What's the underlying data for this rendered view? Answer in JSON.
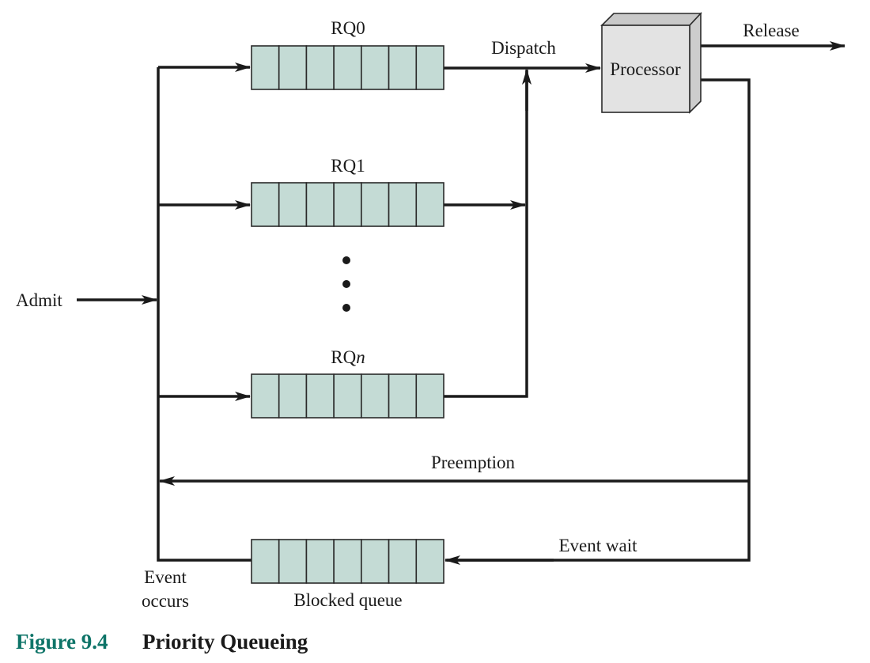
{
  "figure": {
    "number": "Figure 9.4",
    "title": "Priority Queueing"
  },
  "queues": [
    {
      "id": "rq0",
      "label": "RQ0",
      "cells": 7
    },
    {
      "id": "rq1",
      "label": "RQ1",
      "cells": 7
    },
    {
      "id": "rqn",
      "label_prefix": "RQ",
      "label_italic": "n",
      "cells": 7
    },
    {
      "id": "blocked",
      "label": "Blocked queue",
      "cells": 7
    }
  ],
  "ellipsis_dots": 3,
  "processor": {
    "label": "Processor"
  },
  "labels": {
    "admit": "Admit",
    "dispatch": "Dispatch",
    "release": "Release",
    "preemption": "Preemption",
    "event_wait": "Event wait",
    "event_occurs_line1": "Event",
    "event_occurs_line2": "occurs"
  },
  "colors": {
    "queue_fill": "#c4dbd5",
    "processor_front": "#e3e3e3",
    "processor_top": "#c9c9c9",
    "processor_side": "#cdcdcd",
    "caption_accent": "#0e7468"
  }
}
